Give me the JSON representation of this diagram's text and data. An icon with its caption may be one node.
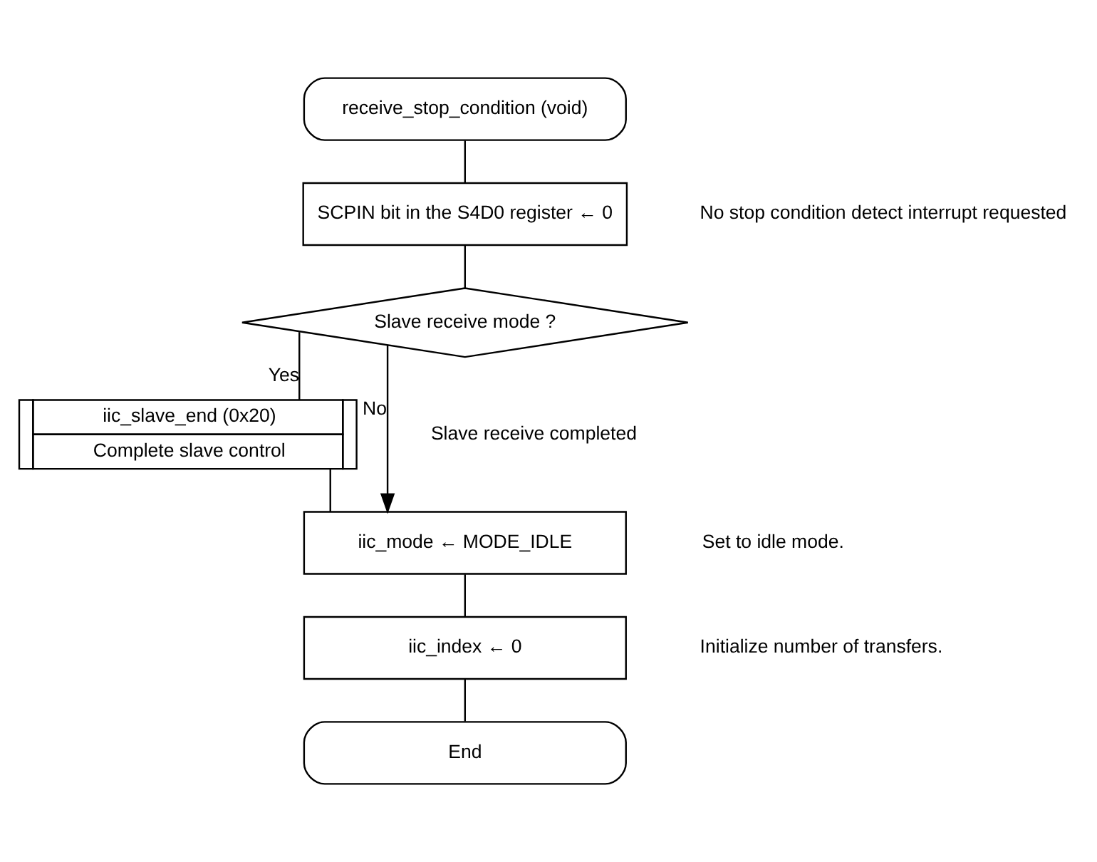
{
  "diagram": {
    "nodes": [
      {
        "text": [
          "receive_stop_condition (void)"
        ]
      },
      {
        "text": [
          "SCPIN bit in the S4D0 register ← 0"
        ],
        "beside": [
          "No stop condition detect interrupt requested"
        ]
      },
      {
        "text": [
          "Slave receive mode ?"
        ]
      },
      {
        "text": [
          "iic_slave_end (0x20)",
          "Complete slave control"
        ],
        "beside": [
          "Slave receive completed"
        ]
      },
      {
        "text": [
          "iic_mode ← MODE_IDLE"
        ],
        "beside": [
          "Set to idle mode."
        ]
      },
      {
        "text": [
          "iic_index ← 0"
        ],
        "beside": [
          "Initialize number of transfers."
        ]
      },
      {
        "text": [
          "End"
        ]
      }
    ],
    "edges": [
      {
        "from": 0,
        "to": 1,
        "arrow": "none"
      },
      {
        "from": 1,
        "to": 2,
        "arrow": "none"
      },
      {
        "from": 2,
        "to": 3,
        "arrow": "none",
        "label": "Yes"
      },
      {
        "from": 3,
        "to": 4,
        "arrow": "none"
      },
      {
        "from": 2,
        "to": 4,
        "arrow": "to",
        "label": "No"
      },
      {
        "from": 4,
        "to": 5,
        "arrow": "none"
      },
      {
        "from": 5,
        "to": 6,
        "arrow": "none"
      }
    ]
  }
}
